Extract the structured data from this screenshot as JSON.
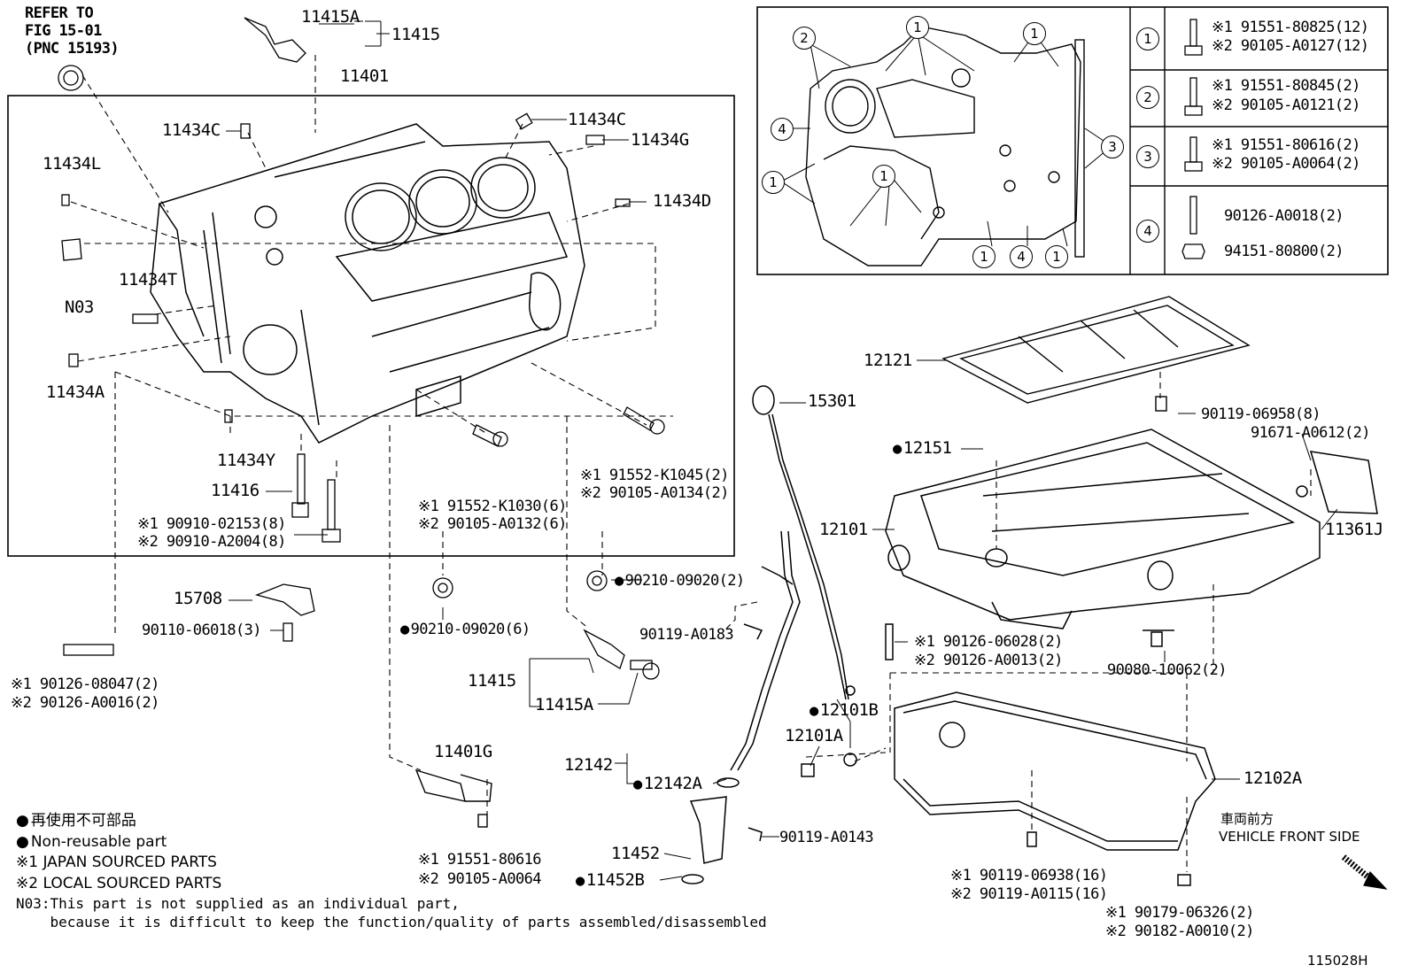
{
  "refer": [
    "REFER TO",
    "FIG 15-01",
    "(PNC 15193)"
  ],
  "labels": {
    "p11415A_top": "11415A",
    "p11415_top": "11415",
    "p11401": "11401",
    "p11434C_l": "11434C",
    "p11434C_r": "11434C",
    "p11434G": "11434G",
    "p11434L": "11434L",
    "p11434D": "11434D",
    "pN03": "N03",
    "p11434T": "11434T",
    "p11434A": "11434A",
    "p11434Y": "11434Y",
    "p11416": "11416",
    "p11416_1": "※1 90910-02153(8)",
    "p11416_2": "※2 90910-A2004(8)",
    "pK1030_1": "※1 91552-K1030(6)",
    "pK1030_2": "※2 90105-A0132(6)",
    "pK1045_1": "※1 91552-K1045(2)",
    "pK1045_2": "※2 90105-A0134(2)",
    "p15708": "15708",
    "p90110": "90110-06018(3)",
    "p08047_1": "※1 90126-08047(2)",
    "p08047_2": "※2 90126-A0016(2)",
    "p90210_a": "90210-09020(6)",
    "p90210_b": "90210-09020(2)",
    "p90119A0183": "90119-A0183",
    "p11415": "11415",
    "p11415A": "11415A",
    "p11401G": "11401G",
    "p80616_1": "※1 91551-80616",
    "p80616_2": "※2 90105-A0064",
    "p12142": "12142",
    "p12142A": "12142A",
    "p90119A0143": "90119-A0143",
    "p11452": "11452",
    "p11452B": "11452B",
    "p15301": "15301",
    "p12121": "12121",
    "p06958": "90119-06958(8)",
    "p91671": "91671-A0612(2)",
    "p12151": "12151",
    "p12101": "12101",
    "p11361J": "11361J",
    "p06028_1": "※1 90126-06028(2)",
    "p06028_2": "※2 90126-A0013(2)",
    "p90080": "90080-10062(2)",
    "p12101B": "12101B",
    "p12101A": "12101A",
    "p12102A": "12102A",
    "p06938_1": "※1 90119-06938(16)",
    "p06938_2": "※2 90119-A0115(16)",
    "p06326_1": "※1 90179-06326(2)",
    "p06326_2": "※2 90182-A0010(2)",
    "front_jp": "車両前方",
    "front_en": "VEHICLE FRONT SIDE",
    "code": "115028H"
  },
  "table": [
    {
      "num": "1",
      "l1": "※1 91551-80825(12)",
      "l2": "※2 90105-A0127(12)"
    },
    {
      "num": "2",
      "l1": "※1 91551-80845(2)",
      "l2": "※2 90105-A0121(2)"
    },
    {
      "num": "3",
      "l1": "※1 91551-80616(2)",
      "l2": "※2 90105-A0064(2)"
    },
    {
      "num": "4",
      "l1": "90126-A0018(2)",
      "l2": "94151-80800(2)"
    }
  ],
  "inset_callouts": [
    "2",
    "1",
    "1",
    "4",
    "1",
    "1",
    "3",
    "1",
    "4",
    "1"
  ],
  "notes": {
    "jp": "再使用不可部品",
    "en": "Non-reusable part",
    "n1": "※1 JAPAN SOURCED PARTS",
    "n2": "※2 LOCAL SOURCED PARTS",
    "n03a": "N03:This part is not supplied as an individual part,",
    "n03b": "    because it is difficult to keep the function/quality of parts assembled/disassembled"
  }
}
